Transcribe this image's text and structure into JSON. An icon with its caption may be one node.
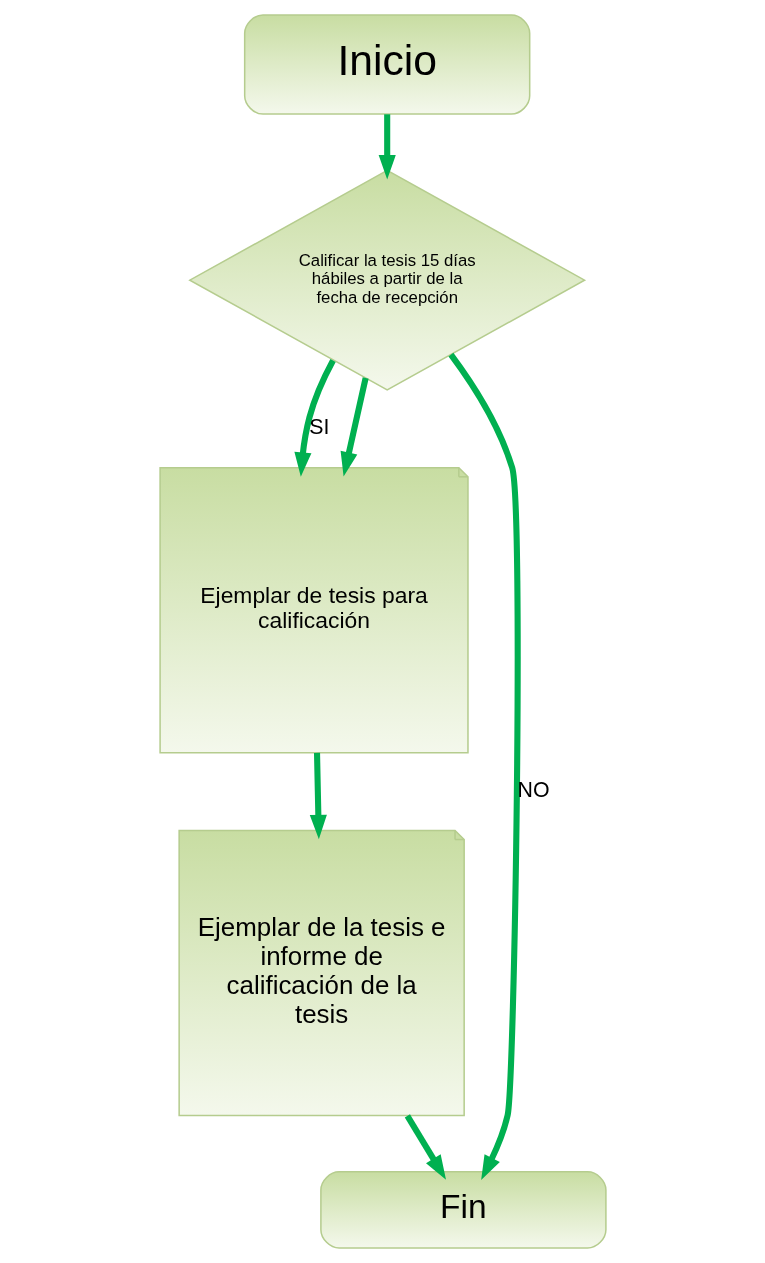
{
  "diagram": {
    "nodes": [
      {
        "text": [
          "Inicio"
        ]
      },
      {
        "text": [
          "Calificar la tesis 15 días hábiles a partir de la fecha de recepción"
        ]
      },
      {
        "text": [
          "Ejemplar de tesis para calificación"
        ]
      },
      {
        "text": [
          "Ejemplar de la tesis e informe de calificación de la tesis"
        ]
      },
      {
        "text": [
          "Fin"
        ]
      }
    ],
    "edges": [
      {
        "from": 0,
        "to": 1,
        "arrow": "to"
      },
      {
        "from": 1,
        "to": 2,
        "arrow": "to",
        "label": "SI"
      },
      {
        "from": 1,
        "to": 2,
        "arrow": "to"
      },
      {
        "from": 2,
        "to": 3,
        "arrow": "to"
      },
      {
        "from": 3,
        "to": 4,
        "arrow": "to"
      },
      {
        "from": 1,
        "to": 4,
        "arrow": "to",
        "label": "NO"
      }
    ]
  }
}
